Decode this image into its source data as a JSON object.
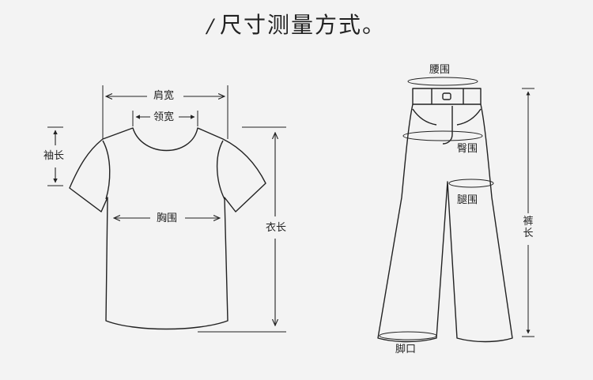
{
  "title": {
    "slash": "/",
    "text": "尺寸测量方式。"
  },
  "shirt": {
    "shoulder": "肩宽",
    "collar": "领宽",
    "sleeve": "袖长",
    "chest": "胸围",
    "length": "衣长"
  },
  "pants": {
    "waist": "腰围",
    "hip": "臀围",
    "thigh": "腿围",
    "pant_length": "裤长",
    "hem": "脚口"
  },
  "colors": {
    "line": "#222222",
    "background": "#f3f3f3"
  }
}
